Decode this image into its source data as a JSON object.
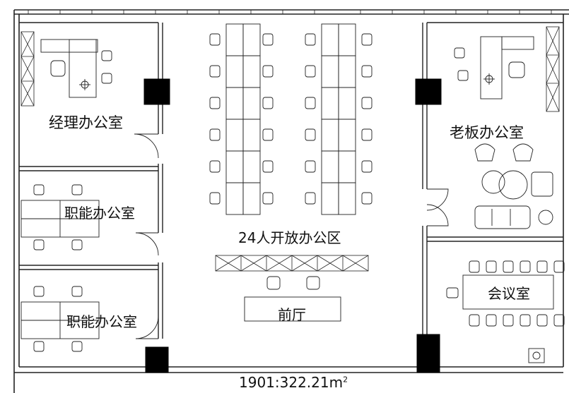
{
  "rooms": {
    "manager_office": "经理办公室",
    "function_office_1": "职能办公室",
    "function_office_2": "职能办公室",
    "open_office": "24人开放办公区",
    "boss_office": "老板办公室",
    "meeting_room": "会议室",
    "front_hall": "前厅"
  },
  "footer": {
    "plan_number": "1901:322.21m",
    "area_unit_sup": "2"
  },
  "colors": {
    "line": "#222222",
    "column": "#000000",
    "background": "#ffffff"
  }
}
